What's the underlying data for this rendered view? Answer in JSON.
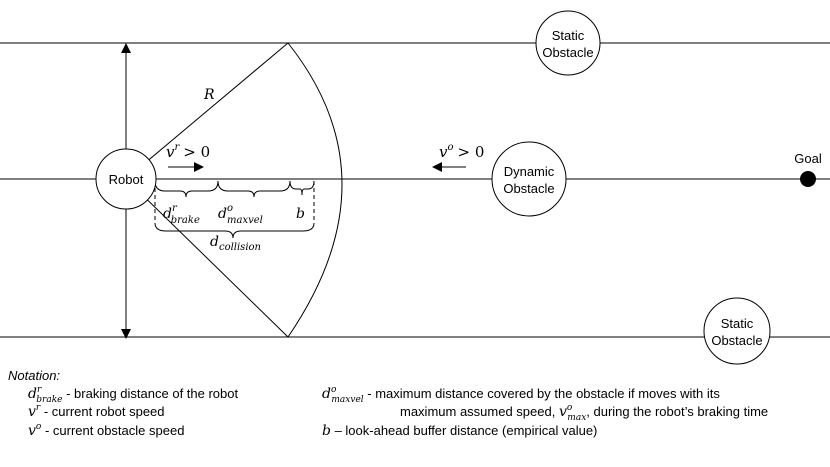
{
  "nodes": {
    "robot": "Robot",
    "dynamic_obstacle": [
      "Dynamic",
      "Obstacle"
    ],
    "static_obstacle_top": [
      "Static",
      "Obstacle"
    ],
    "static_obstacle_bottom": [
      "Static",
      "Obstacle"
    ],
    "goal": "Goal"
  },
  "symbols": {
    "radius": "R",
    "robot_speed": {
      "base": "v",
      "sup": "r",
      "rel": "> 0"
    },
    "obstacle_speed": {
      "base": "v",
      "sup": "o",
      "rel": "> 0"
    },
    "d_brake": {
      "base": "d",
      "sup": "r",
      "sub": "brake"
    },
    "d_maxvel": {
      "base": "d",
      "sup": "o",
      "sub": "maxvel"
    },
    "buffer": "b",
    "d_collision": {
      "base": "d",
      "sub": "collision"
    }
  },
  "notation": {
    "title": "Notation:",
    "left": [
      {
        "base": "d",
        "sup": "r",
        "sub": "brake",
        "desc": " - braking distance of the robot"
      },
      {
        "base": "v",
        "sup": "r",
        "desc": " - current robot speed"
      },
      {
        "base": "v",
        "sup": "o",
        "desc": " - current obstacle speed"
      }
    ],
    "right": [
      {
        "base": "d",
        "sup": "o",
        "sub": "maxvel",
        "desc": " - maximum distance covered by the obstacle if moves with its"
      },
      {
        "cont_pre": "maximum assumed speed, ",
        "base": "v",
        "sup": "o",
        "sub": "max",
        "cont_post": ", during the robot’s braking time"
      },
      {
        "base": "b",
        "desc": " – look-ahead buffer distance (empirical value)"
      }
    ]
  }
}
